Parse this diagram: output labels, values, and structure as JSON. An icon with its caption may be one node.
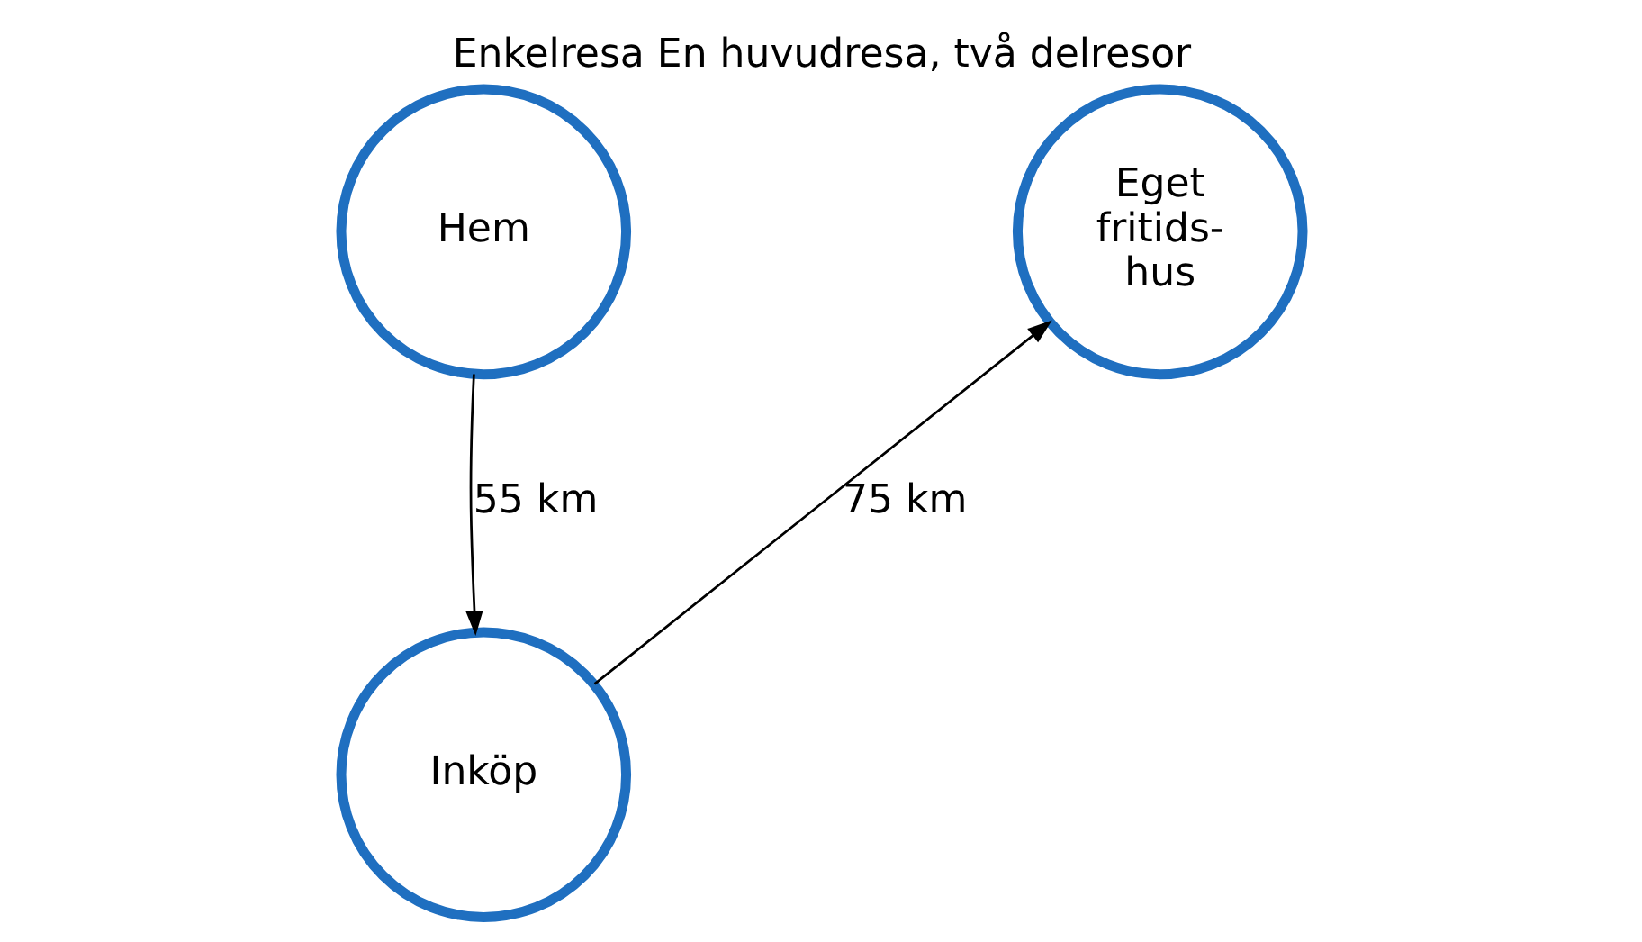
{
  "diagram": {
    "title": "Enkelresa En huvudresa, två delresor",
    "nodes": [
      {
        "text": [
          "Hem"
        ]
      },
      {
        "text": [
          "Eget fritids- hus"
        ]
      },
      {
        "text": [
          "Inköp"
        ]
      }
    ],
    "edges": [
      {
        "from": 0,
        "to": 2,
        "arrow": "to",
        "label": "55 km"
      },
      {
        "from": 2,
        "to": 1,
        "arrow": "to",
        "label": "75 km"
      }
    ]
  }
}
